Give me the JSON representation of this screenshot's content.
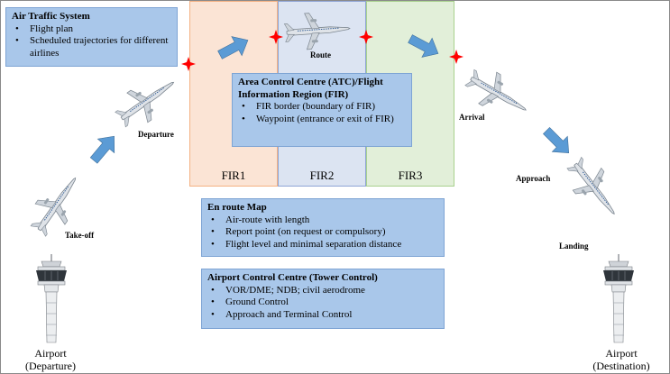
{
  "fir": {
    "labels": [
      "FIR1",
      "FIR2",
      "FIR3"
    ],
    "colors": [
      "#fbe4d5",
      "#dce4f2",
      "#e2efd9"
    ]
  },
  "air_traffic_system": {
    "title": "Air Traffic System",
    "items": [
      "Flight plan",
      "Scheduled trajectories for different airlines"
    ]
  },
  "acc": {
    "title": "Area Control Centre (ATC)/Flight Information Region (FIR)",
    "items": [
      "FIR border (boundary of FIR)",
      "Waypoint (entrance or exit of FIR)"
    ]
  },
  "en_route": {
    "title": "En route Map",
    "items": [
      "Air-route with length",
      "Report point (on request or compulsory)",
      "Flight level and minimal separation distance"
    ]
  },
  "tower": {
    "title": "Airport Control Centre (Tower Control)",
    "items": [
      "VOR/DME; NDB; civil aerodrome",
      "Ground Control",
      "Approach and Terminal Control"
    ]
  },
  "stages": {
    "takeoff": "Take-off",
    "departure": "Departure",
    "route": "Route",
    "arrival": "Arrival",
    "approach": "Approach",
    "landing": "Landing"
  },
  "airports": {
    "departure": {
      "line1": "Airport",
      "line2": "(Departure)"
    },
    "destination": {
      "line1": "Airport",
      "line2": "(Destination)"
    }
  },
  "colors": {
    "box_fill": "#a9c7ea",
    "arrow": "#5b9bd5",
    "waypoint": "#ff0000"
  }
}
